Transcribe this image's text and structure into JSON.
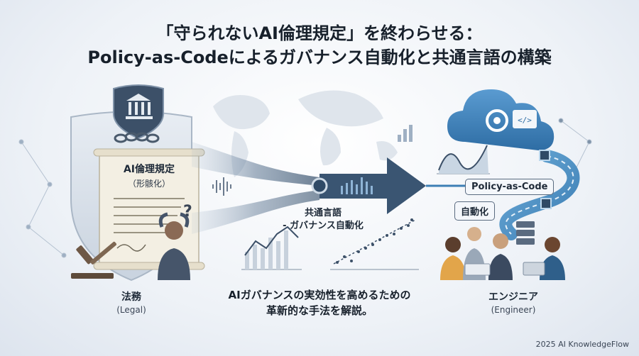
{
  "title": {
    "line1": "「守られないAI倫理規定」を終わらせる：",
    "line2": "Policy-as-Codeによるガバナンス自動化と共通言語の構築"
  },
  "left": {
    "doc_title": "AI倫理規定",
    "doc_subtitle": "（形骸化）",
    "label_main": "法務",
    "label_sub": "(Legal)"
  },
  "center": {
    "common_line1": "共通言語",
    "common_line2": "- ガバナンス自動化",
    "caption_line1": "AIガバナンスの実効性を高めるための",
    "caption_line2": "革新的な手法を解説。"
  },
  "right": {
    "tag_policy": "Policy-as-Code",
    "tag_auto": "自動化",
    "label_main": "エンジニア",
    "label_sub": "(Engineer)"
  },
  "footer": "2025 AI KnowledgeFlow",
  "colors": {
    "accent_dark": "#3c5068",
    "accent_blue": "#3d7fb5",
    "accent_teal": "#37a0b8"
  }
}
